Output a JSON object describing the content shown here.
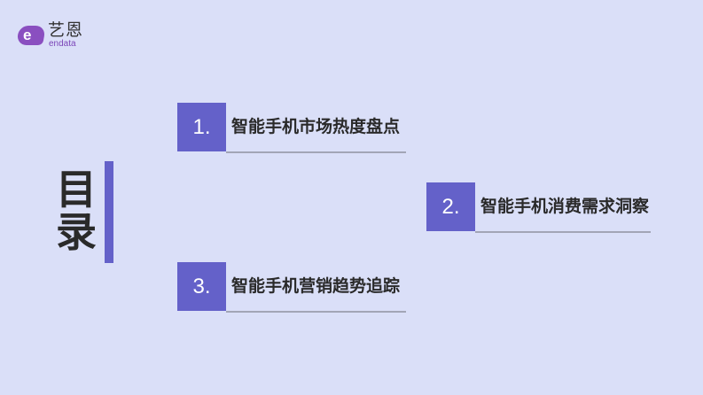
{
  "logo": {
    "icon": "endata-e-icon",
    "mark_glyph": "e",
    "name_cn": "艺恩",
    "name_en": "endata",
    "brand_color": "#8a4fc0"
  },
  "title": {
    "line1": "目",
    "line2": "录",
    "accent_color": "#6461c9"
  },
  "items": [
    {
      "number": "1.",
      "label": "智能手机市场热度盘点"
    },
    {
      "number": "2.",
      "label": "智能手机消费需求洞察"
    },
    {
      "number": "3.",
      "label": "智能手机营销趋势追踪"
    }
  ],
  "colors": {
    "background": "#dadff8",
    "accent": "#6461c9",
    "text": "#2a2a2a",
    "underline": "#a2a5b6"
  }
}
